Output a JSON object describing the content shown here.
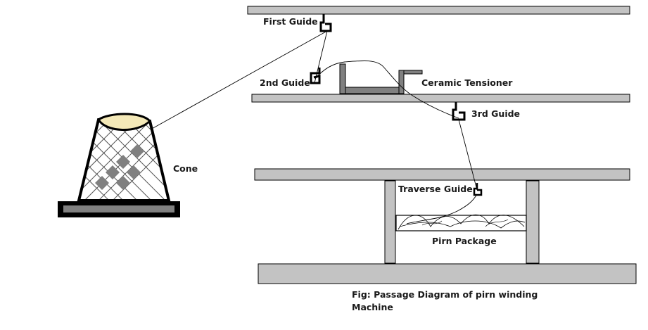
{
  "labels": {
    "first_guide": "First Guide",
    "second_guide": "2nd Guide",
    "ceramic_tensioner": "Ceramic Tensioner",
    "third_guide": "3rd Guide",
    "cone": "Cone",
    "traverse_guide": "Traverse Guide",
    "pirn_package": "Pirn Package"
  },
  "caption": {
    "line1": "Fig: Passage Diagram of pirn winding",
    "line2": "Machine"
  },
  "colors": {
    "plate_fill": "#c3c3c3",
    "dark_fill": "#808080",
    "cone_top": "#f4e9b8",
    "stroke": "#000000"
  }
}
